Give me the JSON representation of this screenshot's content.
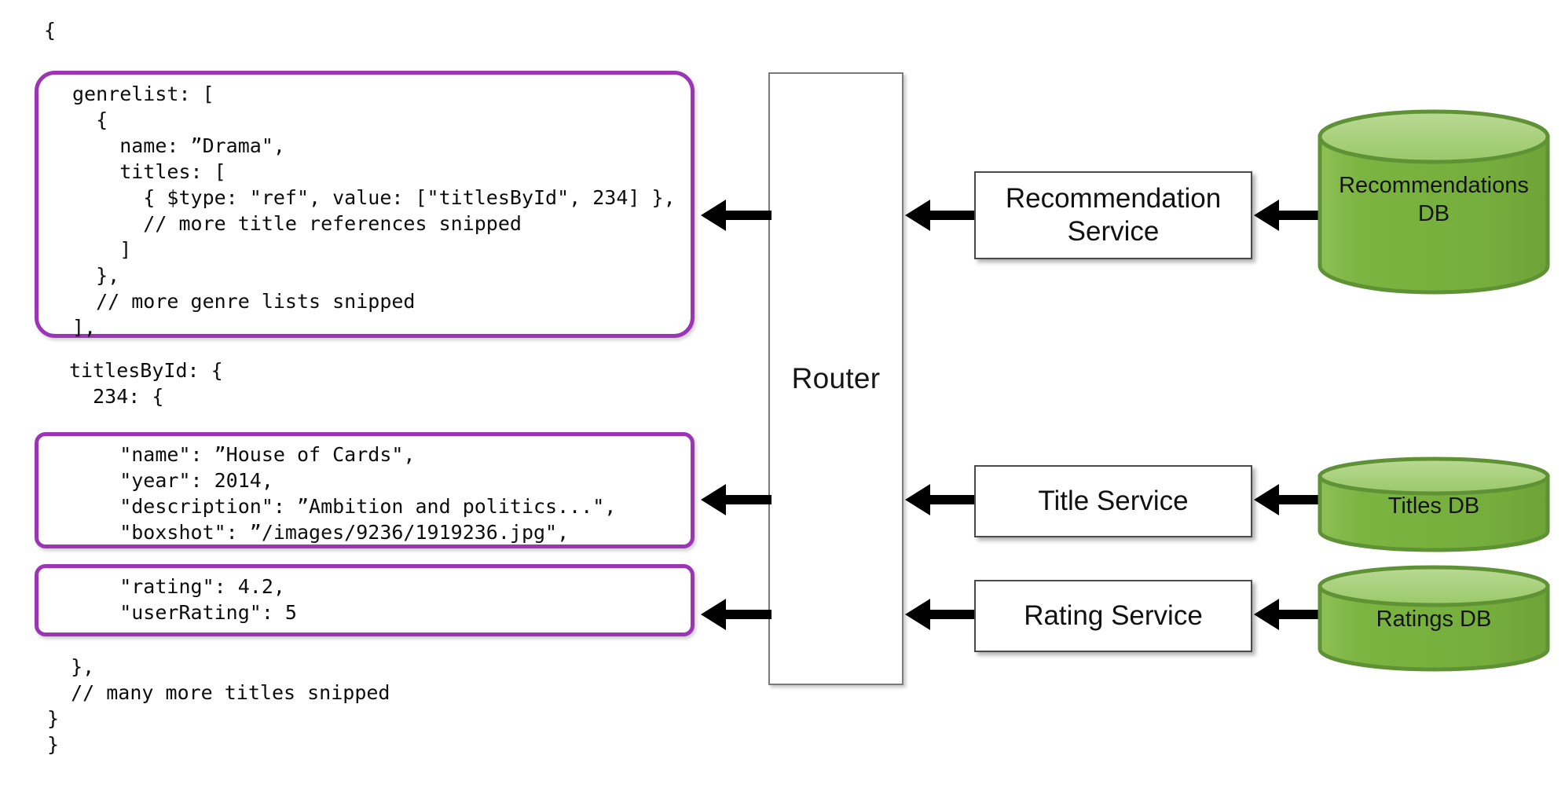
{
  "diagram": {
    "title": "Router request fan-out with JSON response tree",
    "accent_purple": "#9b35b5",
    "db_fill": "#79b440",
    "db_top_fill": "#a9d07e",
    "db_stroke": "#5f9235",
    "arrow_color": "#000000",
    "service_border": "#4a4a4a",
    "router_border": "#7a7a7a"
  },
  "json_tree": {
    "open_brace": "{",
    "genrelist_block": [
      "genrelist: [",
      "  {",
      "    name: ”Drama\",",
      "    titles: [",
      "      { $type: \"ref\", value: [\"titlesById\", 234] },",
      "      // more title references snipped",
      "    ]",
      "  },",
      "  // more genre lists snipped",
      "],"
    ],
    "titles_by_id_open": [
      "titlesById: {",
      "  234: {"
    ],
    "title_detail_block": [
      "    \"name\": ”House of Cards\",",
      "    \"year\": 2014,",
      "    \"description\": ”Ambition and politics...\",",
      "    \"boxshot\": ”/images/9236/1919236.jpg\","
    ],
    "rating_block": [
      "    \"rating\": 4.2,",
      "    \"userRating\": 5"
    ],
    "closing_block": [
      "  },",
      "  // many more titles snipped",
      "}",
      "}"
    ]
  },
  "router": {
    "label": "Router"
  },
  "services": [
    {
      "id": "recommendation",
      "label": "Recommendation\nService"
    },
    {
      "id": "title",
      "label": "Title Service"
    },
    {
      "id": "rating",
      "label": "Rating Service"
    }
  ],
  "databases": [
    {
      "id": "recommendations-db",
      "label": "Recommendations\nDB"
    },
    {
      "id": "titles-db",
      "label": "Titles DB"
    },
    {
      "id": "ratings-db",
      "label": "Ratings DB"
    }
  ],
  "arrows": [
    {
      "id": "router-to-genrelist",
      "direction": "left"
    },
    {
      "id": "recommendation-to-router",
      "direction": "left"
    },
    {
      "id": "recommendations-db-to-service",
      "direction": "left"
    },
    {
      "id": "router-to-title-detail",
      "direction": "left"
    },
    {
      "id": "title-service-to-router",
      "direction": "left"
    },
    {
      "id": "titles-db-to-service",
      "direction": "left"
    },
    {
      "id": "router-to-rating",
      "direction": "left"
    },
    {
      "id": "rating-service-to-router",
      "direction": "left"
    },
    {
      "id": "ratings-db-to-service",
      "direction": "left"
    }
  ]
}
